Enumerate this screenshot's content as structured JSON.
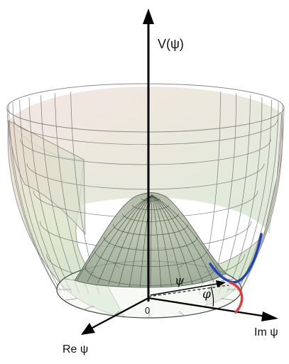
{
  "axes": {
    "vertical_label": "V(ψ)",
    "imaginary_label": "Im ψ",
    "real_label": "Re ψ",
    "origin_label": "0"
  },
  "annotations": {
    "amplitude_label": "ψ",
    "phase_label": "φ"
  },
  "colors": {
    "goldstone_curve": "#2341b8",
    "higgs_curve": "#e23a3a",
    "surface_outer_top": "#f1d9d4",
    "surface_inner": "#cfe6c9",
    "grid": "#7b7b7b",
    "axis": "#000000"
  }
}
